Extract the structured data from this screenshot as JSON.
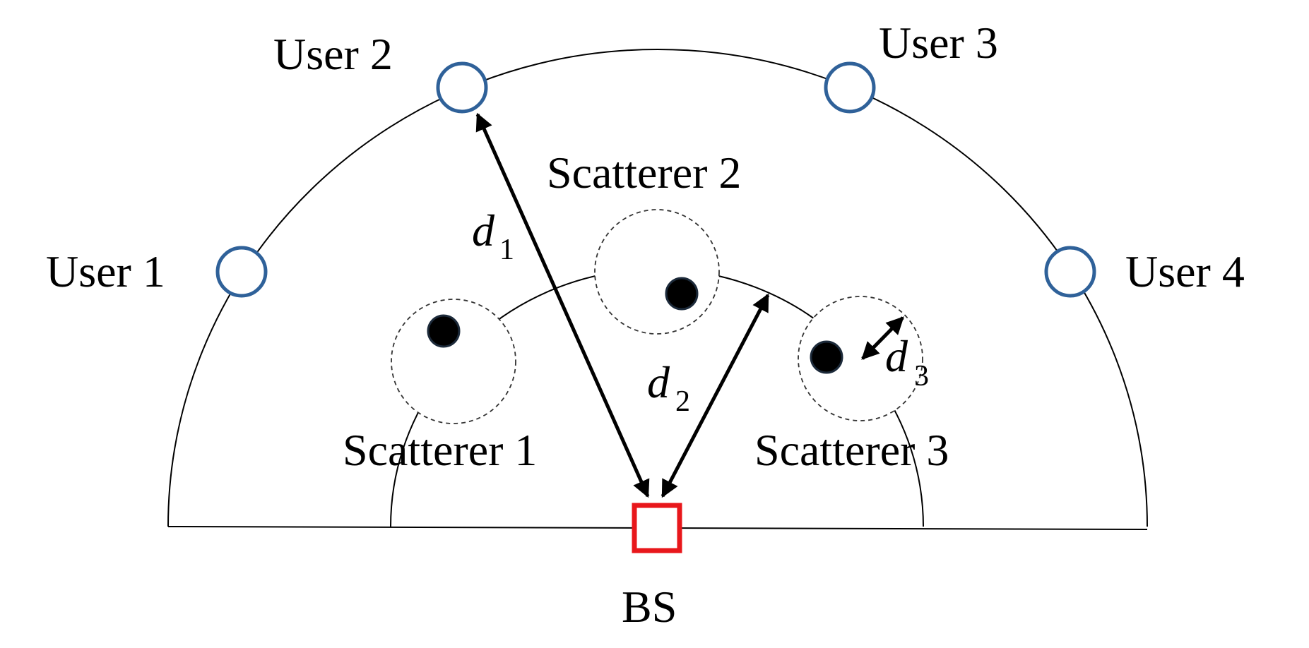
{
  "users": [
    {
      "id": "user-1",
      "label": "User 1"
    },
    {
      "id": "user-2",
      "label": "User 2"
    },
    {
      "id": "user-3",
      "label": "User 3"
    },
    {
      "id": "user-4",
      "label": "User 4"
    }
  ],
  "scatterers": [
    {
      "id": "scatterer-1",
      "label": "Scatterer 1"
    },
    {
      "id": "scatterer-2",
      "label": "Scatterer 2"
    },
    {
      "id": "scatterer-3",
      "label": "Scatterer 3"
    }
  ],
  "base_station": {
    "label": "BS"
  },
  "distances": [
    {
      "id": "d1",
      "symbol": "d",
      "subscript": "1"
    },
    {
      "id": "d2",
      "symbol": "d",
      "subscript": "2"
    },
    {
      "id": "d3",
      "symbol": "d",
      "subscript": "3"
    }
  ],
  "colors": {
    "user_ring": "#2f6199",
    "bs_box": "#e8171b",
    "scatterer_dot": "#000000",
    "scatterer_dot_rim": "#1c2a3a",
    "lines": "#000000"
  }
}
